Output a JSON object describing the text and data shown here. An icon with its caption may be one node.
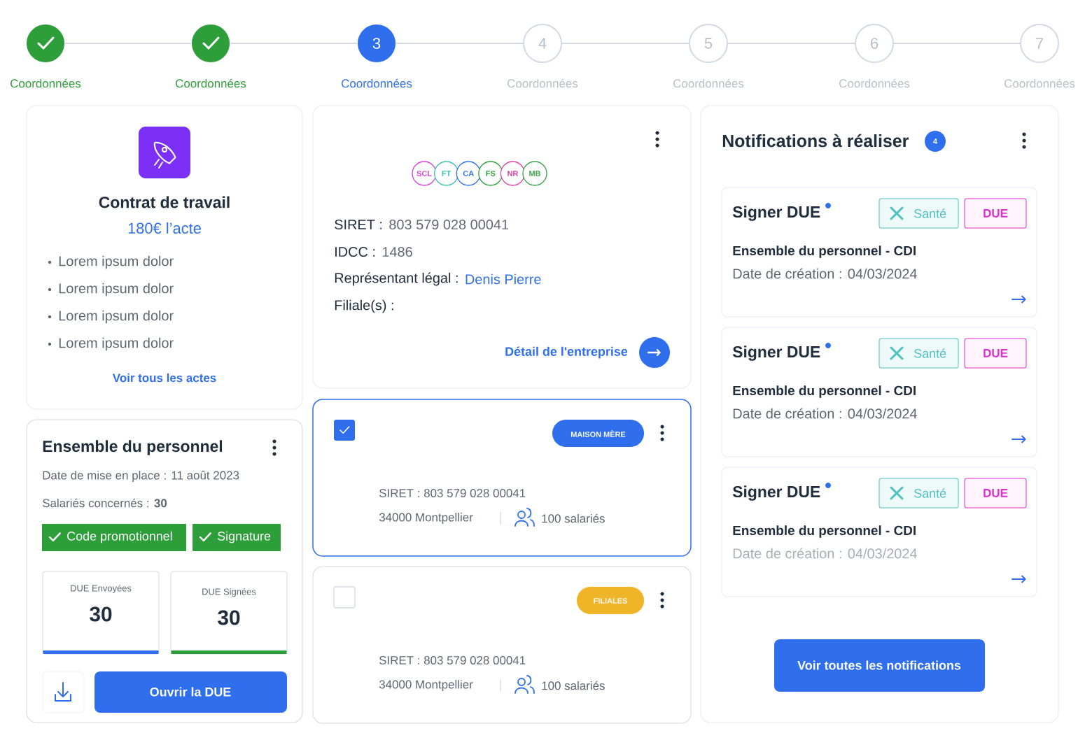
{
  "diagram": {
    "nodes": [
      {
        "text": [
          "Coordonnées"
        ]
      },
      {
        "text": [
          "Coordonnées"
        ]
      },
      {
        "text": [
          "3",
          "Coordonnées"
        ]
      },
      {
        "text": [
          "4",
          "Coordonnées"
        ]
      },
      {
        "text": [
          "5",
          "Coordonnées"
        ]
      },
      {
        "text": [
          "6",
          "Coordonnées"
        ]
      },
      {
        "text": [
          "7",
          "Coordonnées"
        ]
      },
      {
        "text": [
          "Contrat de travail",
          "180€ l’acte",
          "Lorem ipsum dolor",
          "Lorem ipsum dolor",
          "Lorem ipsum dolor",
          "Lorem ipsum dolor",
          "Voir tous les actes"
        ]
      },
      {
        "text": [
          "Ensemble du personnel",
          "Date de mise en place : 11 août 2023",
          "Salariés concernés : **30**"
        ]
      },
      {
        "text": [
          "Code promotionnel"
        ],
        "in": 8
      },
      {
        "text": [
          "Signature"
        ],
        "in": 8
      },
      {
        "text": [
          "DUE Envoyées",
          "30"
        ],
        "in": 8
      },
      {
        "text": [
          "DUE Signées",
          "30"
        ],
        "in": 8
      },
      {
        "text": [
          "Ouvrir la DUE"
        ],
        "in": 8
      },
      {
        "text": [
          "SIRET :",
          "803 579 028 00041",
          "IDCC :",
          "1486",
          "Représentant légal :",
          "Denis Pierre",
          "Filiale(s) :",
          "Détail de l'entreprise"
        ]
      },
      {
        "text": [
          "SCL"
        ],
        "in": 14
      },
      {
        "text": [
          "FT"
        ],
        "in": 14
      },
      {
        "text": [
          "CA"
        ],
        "in": 14
      },
      {
        "text": [
          "FS"
        ],
        "in": 14
      },
      {
        "text": [
          "NR"
        ],
        "in": 14
      },
      {
        "text": [
          "MB"
        ],
        "in": 14
      },
      {
        "text": [
          "SIRET : 803 579 028 00041",
          "34000 Montpellier",
          "100 salariés"
        ]
      },
      {
        "text": [
          "MAISON MÈRE"
        ],
        "in": 21
      },
      {
        "text": [
          "SIRET : 803 579 028 00041",
          "34000 Montpellier",
          "100 salariés"
        ]
      },
      {
        "text": [
          "FILIALES"
        ],
        "in": 23
      },
      {
        "text": [
          "Notifications à réaliser"
        ]
      },
      {
        "text": [
          "4"
        ],
        "in": 25
      },
      {
        "text": [
          "Signer DUE",
          "Ensemble du personnel - CDI",
          "Date de création : 04/03/2024"
        ],
        "in": 25
      },
      {
        "text": [
          "Santé"
        ],
        "in": 27
      },
      {
        "text": [
          "DUE"
        ],
        "in": 27
      },
      {
        "text": [
          "Signer DUE",
          "Ensemble du personnel - CDI",
          "Date de création : 04/03/2024"
        ],
        "in": 25
      },
      {
        "text": [
          "Santé"
        ],
        "in": 30
      },
      {
        "text": [
          "DUE"
        ],
        "in": 30
      },
      {
        "text": [
          "Signer DUE",
          "Ensemble du personnel - CDI",
          "Date de création : 04/03/2024"
        ],
        "in": 25
      },
      {
        "text": [
          "Santé"
        ],
        "in": 33
      },
      {
        "text": [
          "DUE"
        ],
        "in": 33
      },
      {
        "text": [
          "Voir toutes les notifications"
        ],
        "in": 25
      }
    ],
    "edges": [
      {
        "from": 0,
        "to": 1,
        "arrow": "none"
      },
      {
        "from": 1,
        "to": 2,
        "arrow": "none"
      },
      {
        "from": 2,
        "to": 3,
        "arrow": "none"
      },
      {
        "from": 3,
        "to": 4,
        "arrow": "none"
      },
      {
        "from": 4,
        "to": 5,
        "arrow": "none"
      },
      {
        "from": 5,
        "to": 6,
        "arrow": "none"
      }
    ]
  }
}
